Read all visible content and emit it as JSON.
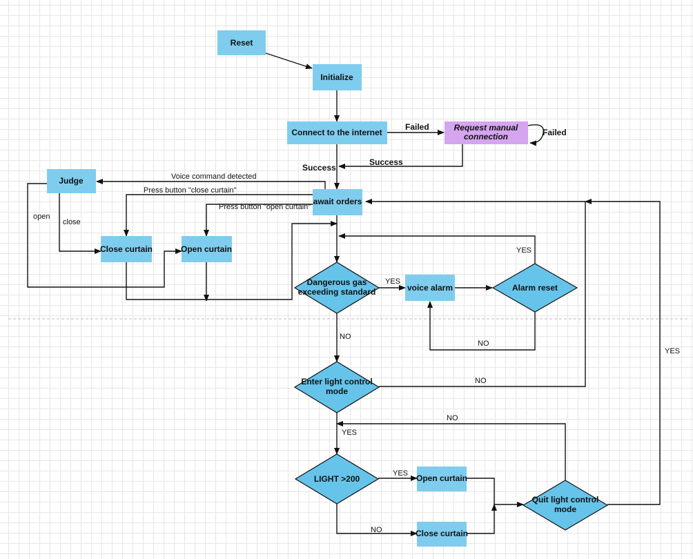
{
  "nodes": {
    "reset": "Reset",
    "initialize": "Initialize",
    "connect": "Connect to the internet",
    "request_manual_1": "Request manual",
    "request_manual_2": "connection",
    "judge": "Judge",
    "await_orders": "await orders",
    "close_curtain_left": "Close curtain",
    "open_curtain_left": "Open curtain",
    "dangerous_gas_1": "Dangerous gas",
    "dangerous_gas_2": "exceeding standard",
    "voice_alarm": "voice alarm",
    "alarm_reset": "Alarm reset",
    "enter_light_1": "Enter light control",
    "enter_light_2": "mode",
    "light_check": "LIGHT >200",
    "open_curtain_right": "Open curtain",
    "close_curtain_right": "Close curtain",
    "quit_light_1": "Quit light control",
    "quit_light_2": "mode"
  },
  "edge_labels": {
    "failed_connect": "Failed",
    "failed_loop": "Failed",
    "success_manual": "Success",
    "success_connect": "Success",
    "voice_detected": "Voice command detected",
    "press_close": "Press button \"close curtain\"",
    "press_open": "Press button \"open curtain\"",
    "judge_open": "open",
    "judge_close": "close",
    "gas_yes": "YES",
    "gas_no": "NO",
    "alarm_yes": "YES",
    "alarm_no": "NO",
    "light_mode_no": "NO",
    "light_mode_yes": "YES",
    "light_yes": "YES",
    "light_no": "NO",
    "quit_no": "NO",
    "quit_yes": "YES"
  },
  "colors": {
    "process_fill": "#7fcdee",
    "decision_fill": "#66c4ea",
    "manual_fill": "#d5a5f0"
  }
}
